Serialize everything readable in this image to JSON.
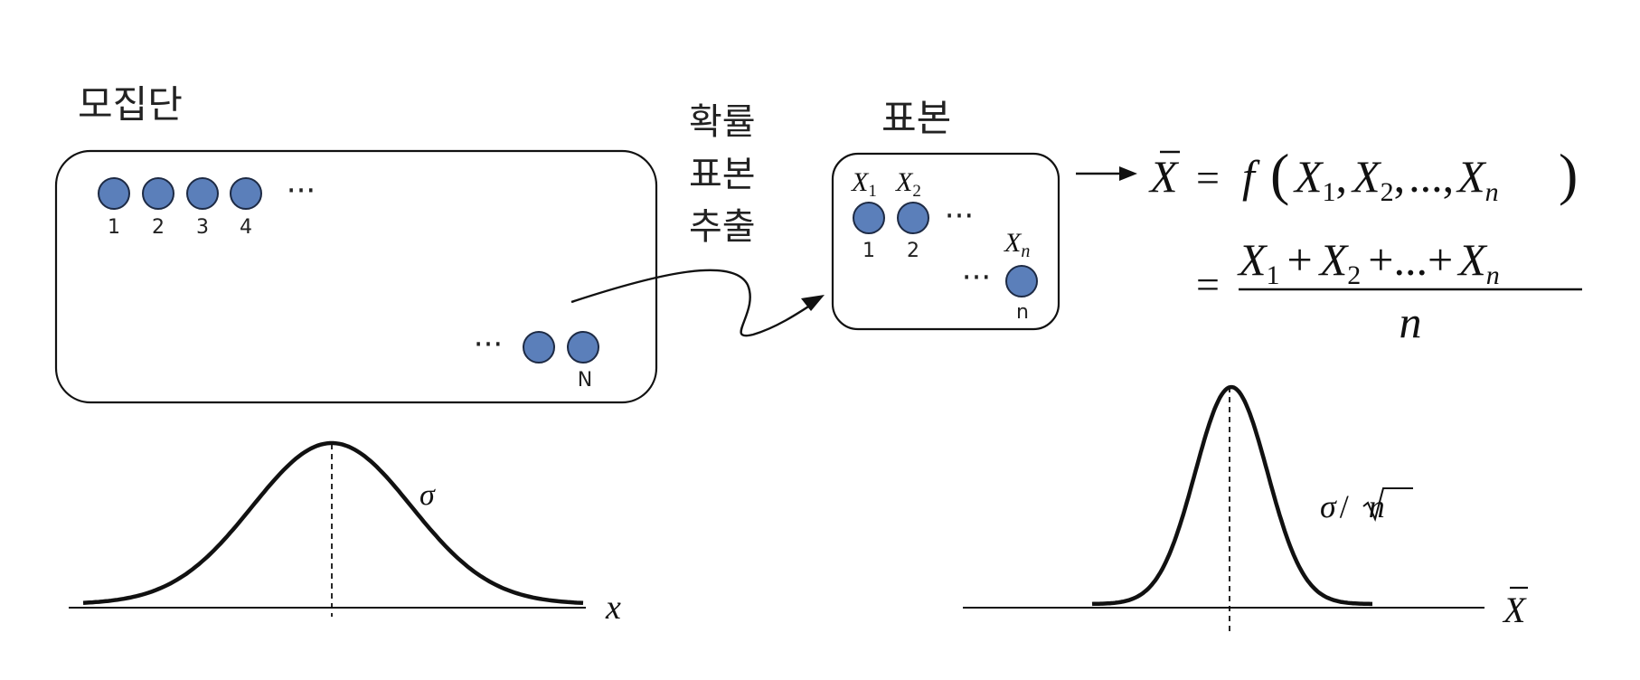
{
  "population": {
    "title": "모집단",
    "unit_labels": [
      "1",
      "2",
      "3",
      "4"
    ],
    "dots": "···",
    "last_label": "N"
  },
  "sampling": {
    "label_lines": [
      "확률",
      "표본",
      "추출"
    ]
  },
  "sample": {
    "title": "표본",
    "var_X": "X",
    "sub1": "1",
    "sub2": "2",
    "subn": "n",
    "unit_labels": [
      "1",
      "2"
    ],
    "dots": "···",
    "last_label": "n"
  },
  "formula": {
    "xbar": "X",
    "eq": "=",
    "f": "f",
    "lparen": "(",
    "rparen": ")",
    "X": "X",
    "s1": "1",
    "s2": "2",
    "sn": "n",
    "comma": ",",
    "ellipsis": "...,",
    "plus": "+",
    "plus_dots": "+...+",
    "denominator": "n"
  },
  "population_dist": {
    "sigma": "σ",
    "axis_label": "x"
  },
  "sampling_dist": {
    "sigma": "σ",
    "slash": "/",
    "sqrt_n": "n",
    "axis_label": "X"
  },
  "colors": {
    "dot_fill": "#5b7fba",
    "dot_stroke": "#1d2a44",
    "ink": "#111111"
  }
}
